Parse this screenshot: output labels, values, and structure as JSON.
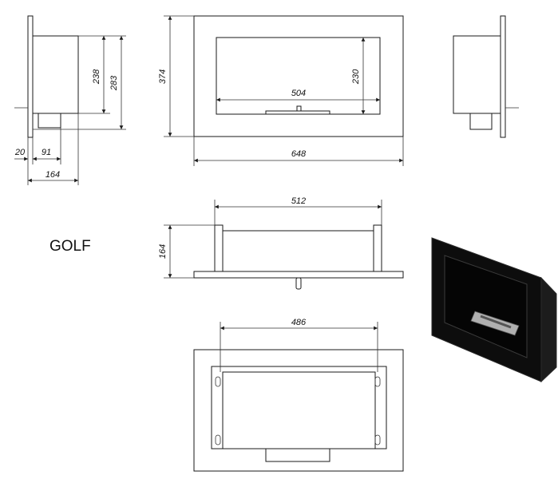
{
  "product_name": "GOLF",
  "dimensions": {
    "side_height_inner": "238",
    "side_height_outer": "283",
    "side_offset": "20",
    "side_depth_inner": "91",
    "side_depth_total": "164",
    "front_height": "374",
    "front_width": "648",
    "opening_width": "504",
    "opening_height": "230",
    "top_width": "512",
    "top_depth": "164",
    "rear_width": "486"
  },
  "colors": {
    "line": "#1a1a1a",
    "render_body": "#0d0d0d",
    "burner": "#b0b0b0"
  }
}
